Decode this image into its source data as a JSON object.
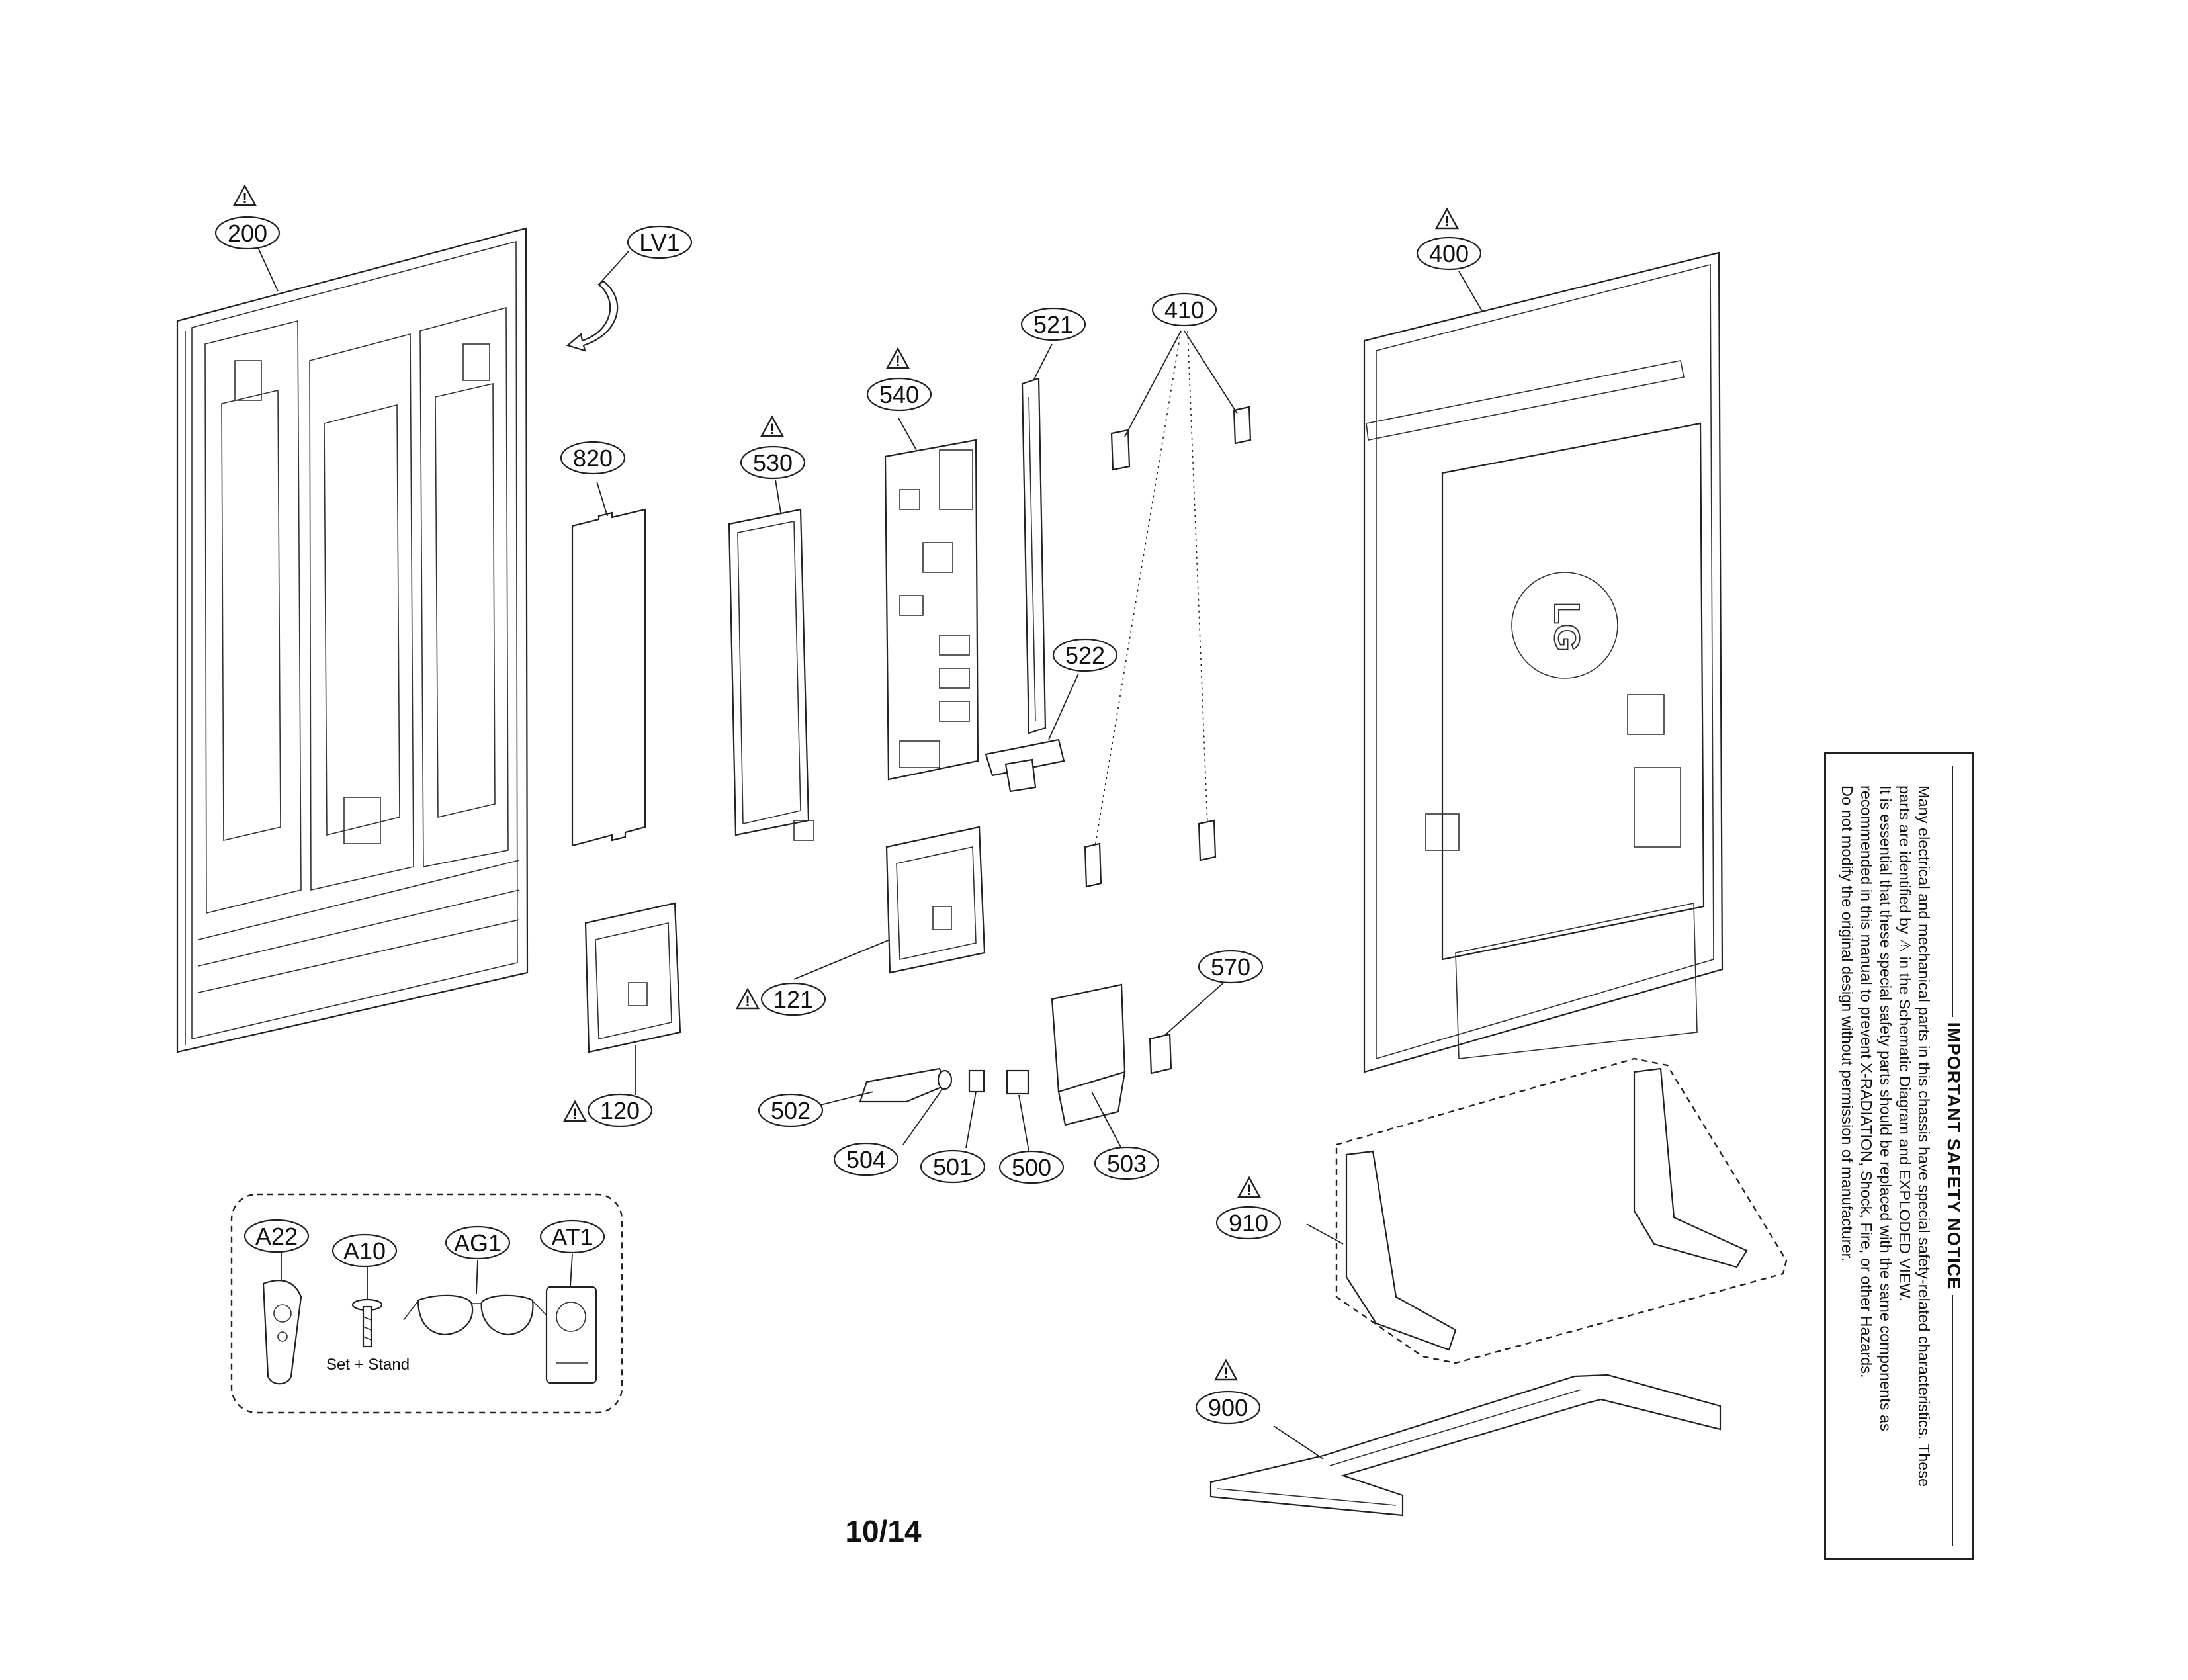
{
  "callouts": {
    "c200": "200",
    "lv1": "LV1",
    "c820": "820",
    "c530": "530",
    "c540": "540",
    "c521": "521",
    "c410": "410",
    "c400": "400",
    "c522": "522",
    "c120": "120",
    "c121": "121",
    "c570": "570",
    "c502": "502",
    "c504": "504",
    "c501": "501",
    "c500": "500",
    "c503": "503",
    "c910": "910",
    "c900": "900",
    "a22": "A22",
    "a10": "A10",
    "ag1": "AG1",
    "at1": "AT1"
  },
  "warning_symbol": "!",
  "accessory_note": "Set + Stand",
  "logo": "LG",
  "page_number": "10/14",
  "safety_notice": {
    "title": "IMPORTANT SAFETY NOTICE",
    "lines": [
      "Many electrical and mechanical parts in this chassis have special safety-related characteristics. These",
      "parts are identified by ⚠ in the Schematic Diagram and EXPLODED VIEW.",
      "It is essential that these special safety parts should be replaced with the same components as",
      "recommended in this manual to prevent X-RADIATION, Shock, Fire, or other Hazards.",
      "Do not modify the original design without permission of manufacturer."
    ]
  }
}
